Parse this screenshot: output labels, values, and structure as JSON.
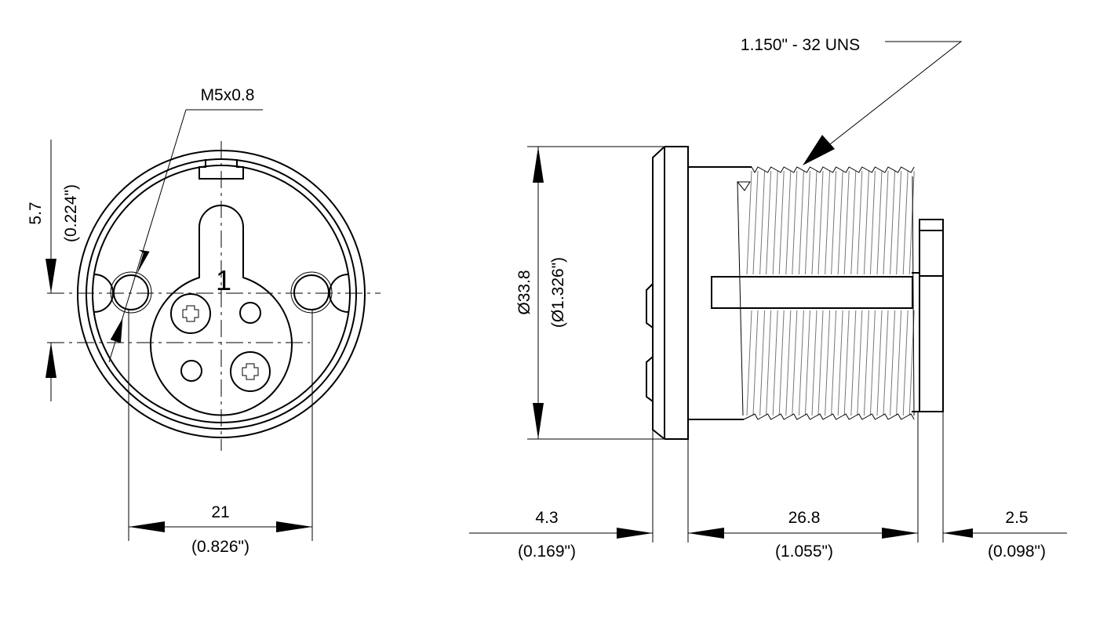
{
  "front_view": {
    "thread_callout": "M5x0.8",
    "pin_label": "1",
    "height_dim": {
      "mm": "5.7",
      "inch": "(0.224\")"
    },
    "width_dim": {
      "mm": "21",
      "inch": "(0.826\")"
    }
  },
  "side_view": {
    "thread_callout": "1.150\" - 32 UNS",
    "diameter_dim": {
      "mm": "Ø33.8",
      "inch": "(Ø1.326\")"
    },
    "flange_dim": {
      "mm": "4.3",
      "inch": "(0.169\")"
    },
    "body_dim": {
      "mm": "26.8",
      "inch": "(1.055\")"
    },
    "nut_dim": {
      "mm": "2.5",
      "inch": "(0.098\")"
    }
  }
}
